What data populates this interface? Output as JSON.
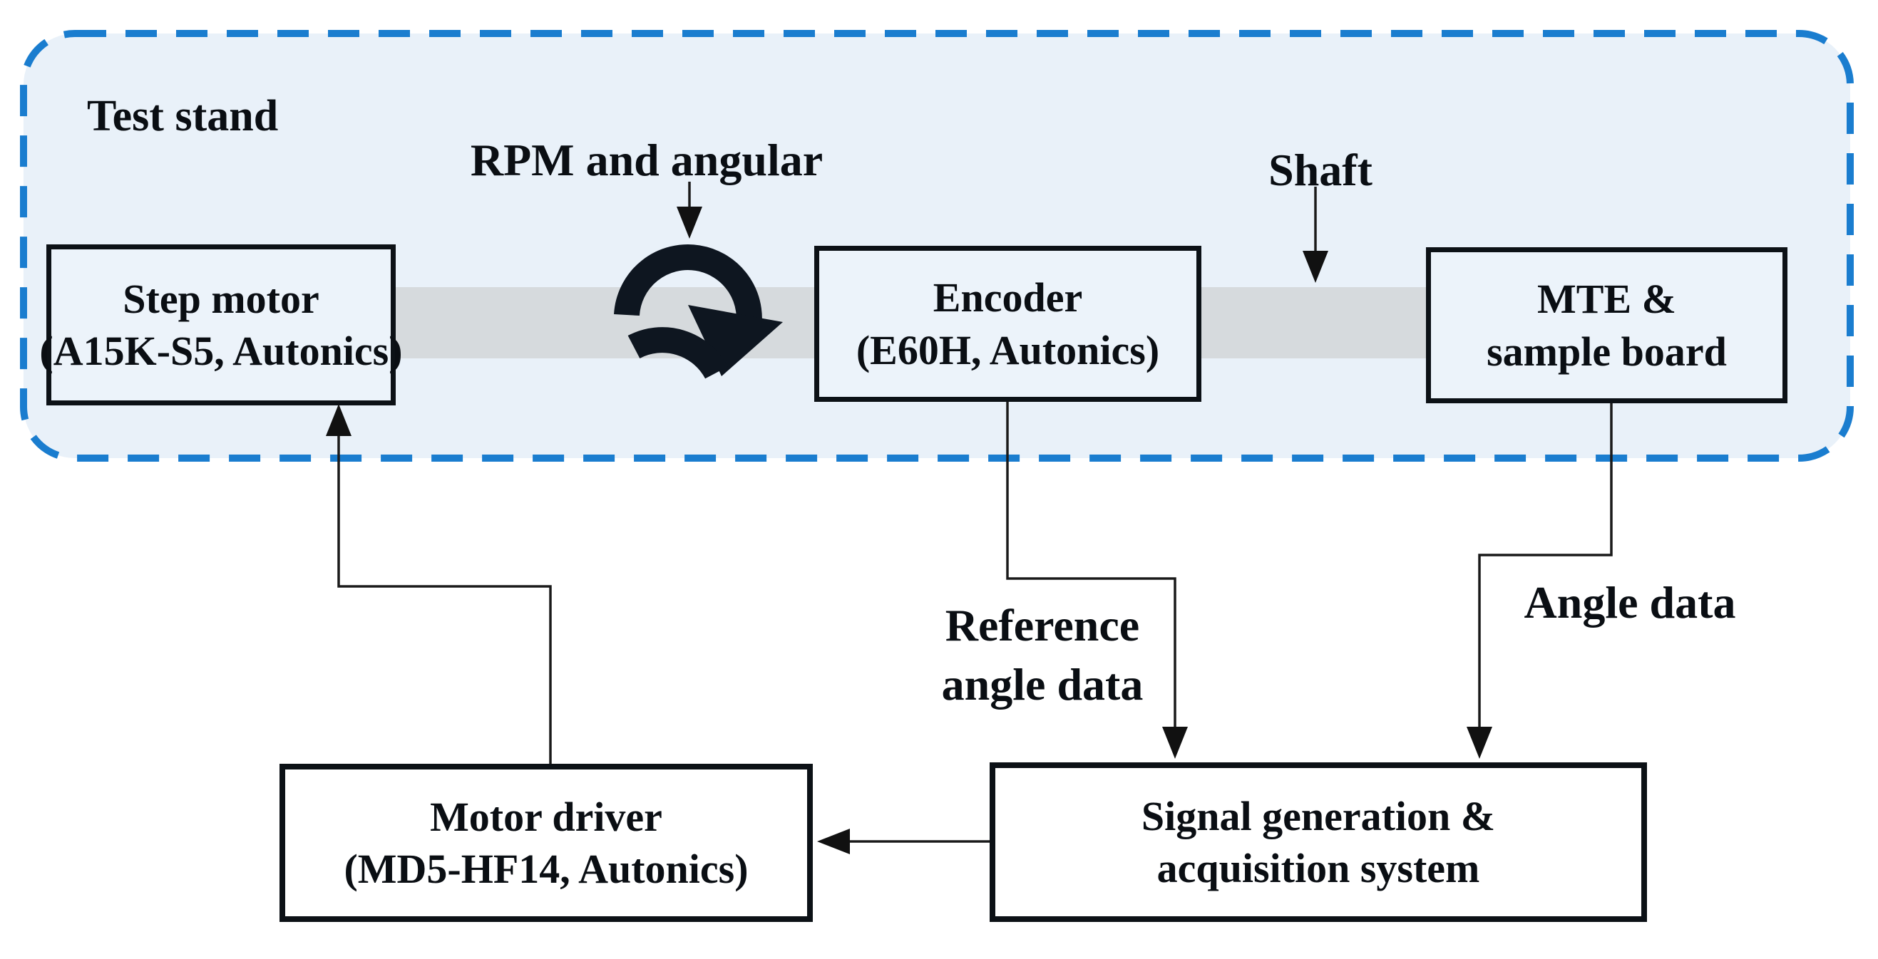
{
  "diagram": {
    "region_label": "Test stand",
    "boxes": {
      "step_motor": {
        "title": "Step motor",
        "subtitle": "(A15K-S5, Autonics)"
      },
      "encoder": {
        "title": "Encoder",
        "subtitle": "(E60H, Autonics)"
      },
      "mte": {
        "title": "MTE &",
        "subtitle": "sample board"
      },
      "motor_driver": {
        "title": "Motor driver",
        "subtitle": "(MD5-HF14, Autonics)"
      },
      "signal_system": {
        "title": "Signal generation &",
        "subtitle": "acquisition system"
      }
    },
    "labels": {
      "rpm_arrow": "RPM and angular",
      "shaft_arrow": "Shaft",
      "reference_line1": "Reference",
      "reference_line2": "angle data",
      "angle_data": "Angle data"
    },
    "icons": {
      "rotation": "clockwise-rotation-icon"
    },
    "colors": {
      "test_stand_fill": "#e9f1f9",
      "test_stand_border_blue": "#1a7dcf",
      "box_border": "#0c1116",
      "shaft_gray": "#d6dadd",
      "line_black": "#1a1a1a",
      "icon_black": "#0e1620"
    }
  }
}
